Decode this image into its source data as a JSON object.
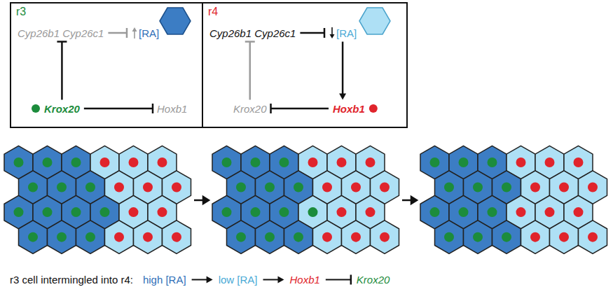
{
  "diagram": {
    "nodes": [
      {
        "text": [
          "r3"
        ]
      },
      {
        "text": [
          "Cyp26b1 Cyp26c1"
        ],
        "in": 0
      },
      {
        "text": [
          "[RA]"
        ],
        "in": 0
      },
      {
        "text": [
          "Krox20"
        ],
        "in": 0
      },
      {
        "text": [
          "Hoxb1"
        ],
        "in": 0
      },
      {
        "text": [
          "r4"
        ]
      },
      {
        "text": [
          "Cyp26b1 Cyp26c1"
        ],
        "in": 5
      },
      {
        "text": [
          "[RA]"
        ],
        "in": 5
      },
      {
        "text": [
          "Krox20"
        ],
        "in": 5
      },
      {
        "text": [
          "Hoxb1"
        ],
        "in": 5
      }
    ],
    "edges": [
      {
        "from": 3,
        "to": 1,
        "arrow": "to"
      },
      {
        "from": 3,
        "to": 4,
        "arrow": "to"
      },
      {
        "from": 1,
        "to": 2,
        "arrow": "to"
      },
      {
        "from": 6,
        "to": 7,
        "arrow": "to"
      },
      {
        "from": 7,
        "to": 9,
        "arrow": "to"
      },
      {
        "from": 9,
        "to": 8,
        "arrow": "to"
      },
      {
        "from": 8,
        "to": 6,
        "arrow": "to"
      }
    ],
    "labels": [
      "r3 cell intermingled into r4:",
      "high [RA]",
      "low [RA]",
      "Hoxb1",
      "Krox20"
    ]
  }
}
